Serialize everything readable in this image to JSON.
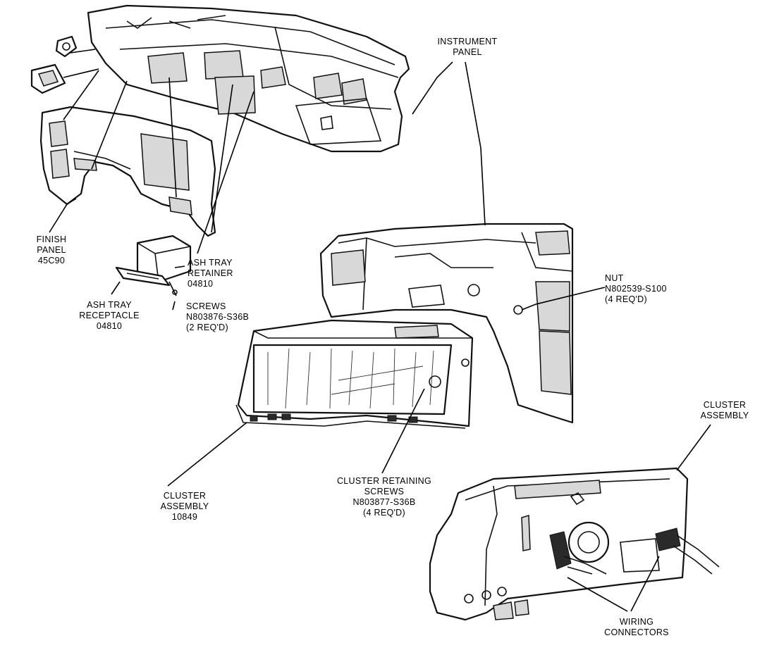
{
  "labels": {
    "instrument_panel": [
      "INSTRUMENT",
      "PANEL"
    ],
    "finish_panel": [
      "FINISH",
      "PANEL",
      "45C90"
    ],
    "ash_tray_retainer": [
      "ASH TRAY",
      "RETAINER",
      "04810"
    ],
    "ash_tray_receptacle": [
      "ASH TRAY",
      "RECEPTACLE",
      "04810"
    ],
    "screws": [
      "SCREWS",
      "N803876-S36B",
      "(2 REQ'D)"
    ],
    "nut": [
      "NUT",
      "N802539-S100",
      "(4 REQ'D)"
    ],
    "cluster_assembly_right": [
      "CLUSTER",
      "ASSEMBLY"
    ],
    "cluster_assembly_left": [
      "CLUSTER",
      "ASSEMBLY",
      "10849"
    ],
    "cluster_retaining_screws": [
      "CLUSTER RETAINING",
      "SCREWS",
      "N803877-S36B",
      "(4 REQ'D)"
    ],
    "wiring_connectors": [
      "WIRING",
      "CONNECTORS"
    ]
  }
}
